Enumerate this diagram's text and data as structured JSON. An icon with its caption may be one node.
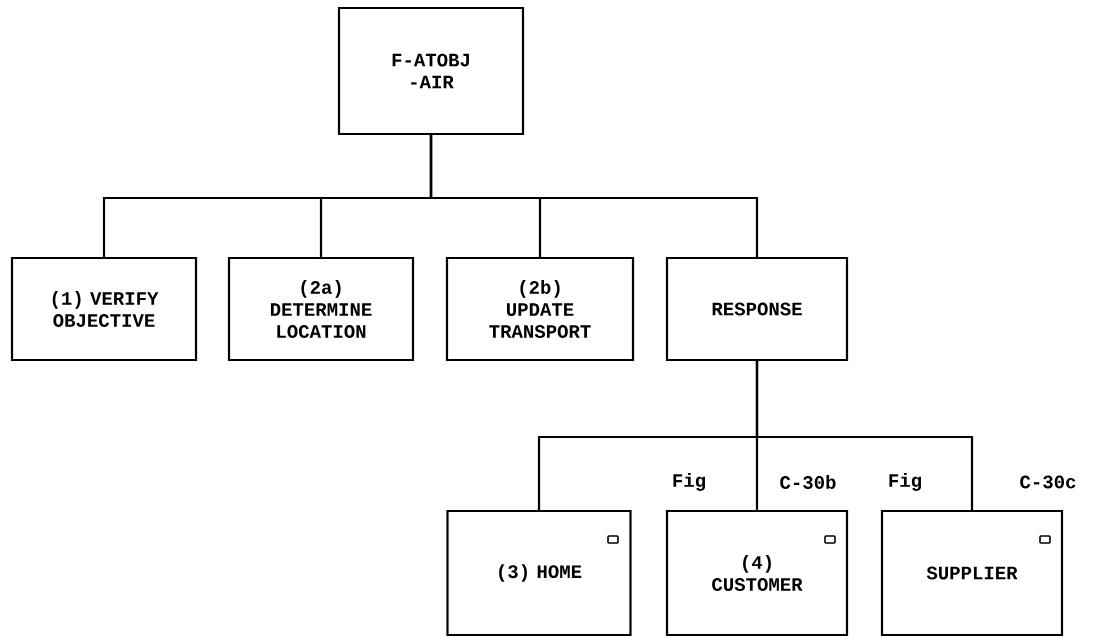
{
  "diagram": {
    "nodes": [
      {
        "text": [
          "F-ATOBJ -AIR"
        ]
      },
      {
        "text": [
          "(1) VERIFY OBJECTIVE"
        ]
      },
      {
        "text": [
          "(2a) DETERMINE LOCATION"
        ]
      },
      {
        "text": [
          "(2b) UPDATE TRANSPORT"
        ]
      },
      {
        "text": [
          "RESPONSE"
        ]
      },
      {
        "text": [
          "(3) HOME"
        ]
      },
      {
        "text": [
          "(4) CUSTOMER"
        ],
        "beside": [
          "Fig",
          "C-30b"
        ]
      },
      {
        "text": [
          "SUPPLIER"
        ],
        "beside": [
          "Fig",
          "C-30c"
        ]
      }
    ],
    "edges": [
      {
        "from": 0,
        "to": 1,
        "arrow": "none"
      },
      {
        "from": 0,
        "to": 2,
        "arrow": "none"
      },
      {
        "from": 0,
        "to": 3,
        "arrow": "none"
      },
      {
        "from": 0,
        "to": 4,
        "arrow": "none"
      },
      {
        "from": 4,
        "to": 5,
        "arrow": "none"
      },
      {
        "from": 4,
        "to": 6,
        "arrow": "none"
      },
      {
        "from": 4,
        "to": 7,
        "arrow": "none"
      }
    ]
  }
}
